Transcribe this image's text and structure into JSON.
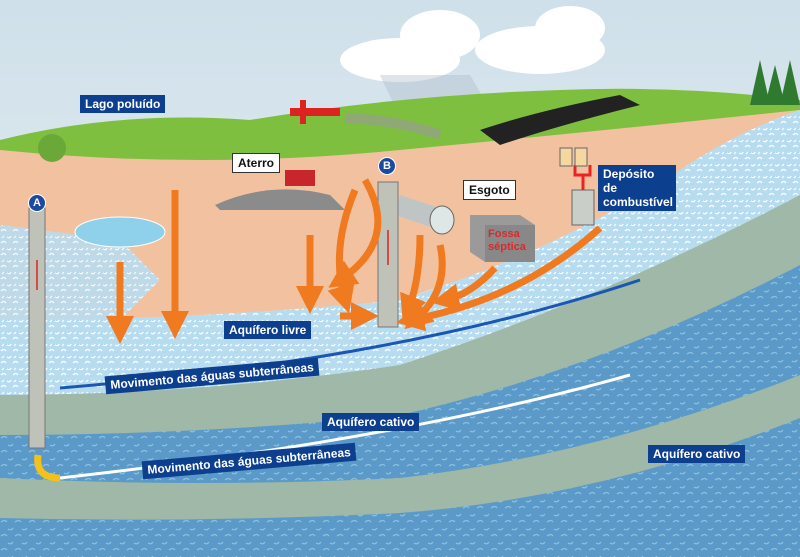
{
  "labels": {
    "polluted_lake": "Lago poluído",
    "landfill": "Aterro",
    "sewer": "Esgoto",
    "septic_tank": "Fossa séptica",
    "fuel_depot": "Depósito de combustível",
    "unconfined_aquifer": "Aquífero livre",
    "groundwater_flow_upper": "Movimento das águas subterrâneas",
    "confined_aquifer_center": "Aquífero cativo",
    "groundwater_flow_lower": "Movimento das águas subterrâneas",
    "confined_aquifer_right": "Aquífero cativo"
  },
  "wells": {
    "a": "A",
    "b": "B"
  },
  "colors": {
    "label_bg": "#0d3f8f",
    "arrow": "#f07a1f",
    "soil": "#f2c2a0",
    "aquifer": "#b8dcef",
    "grass": "#7fbf3f"
  }
}
